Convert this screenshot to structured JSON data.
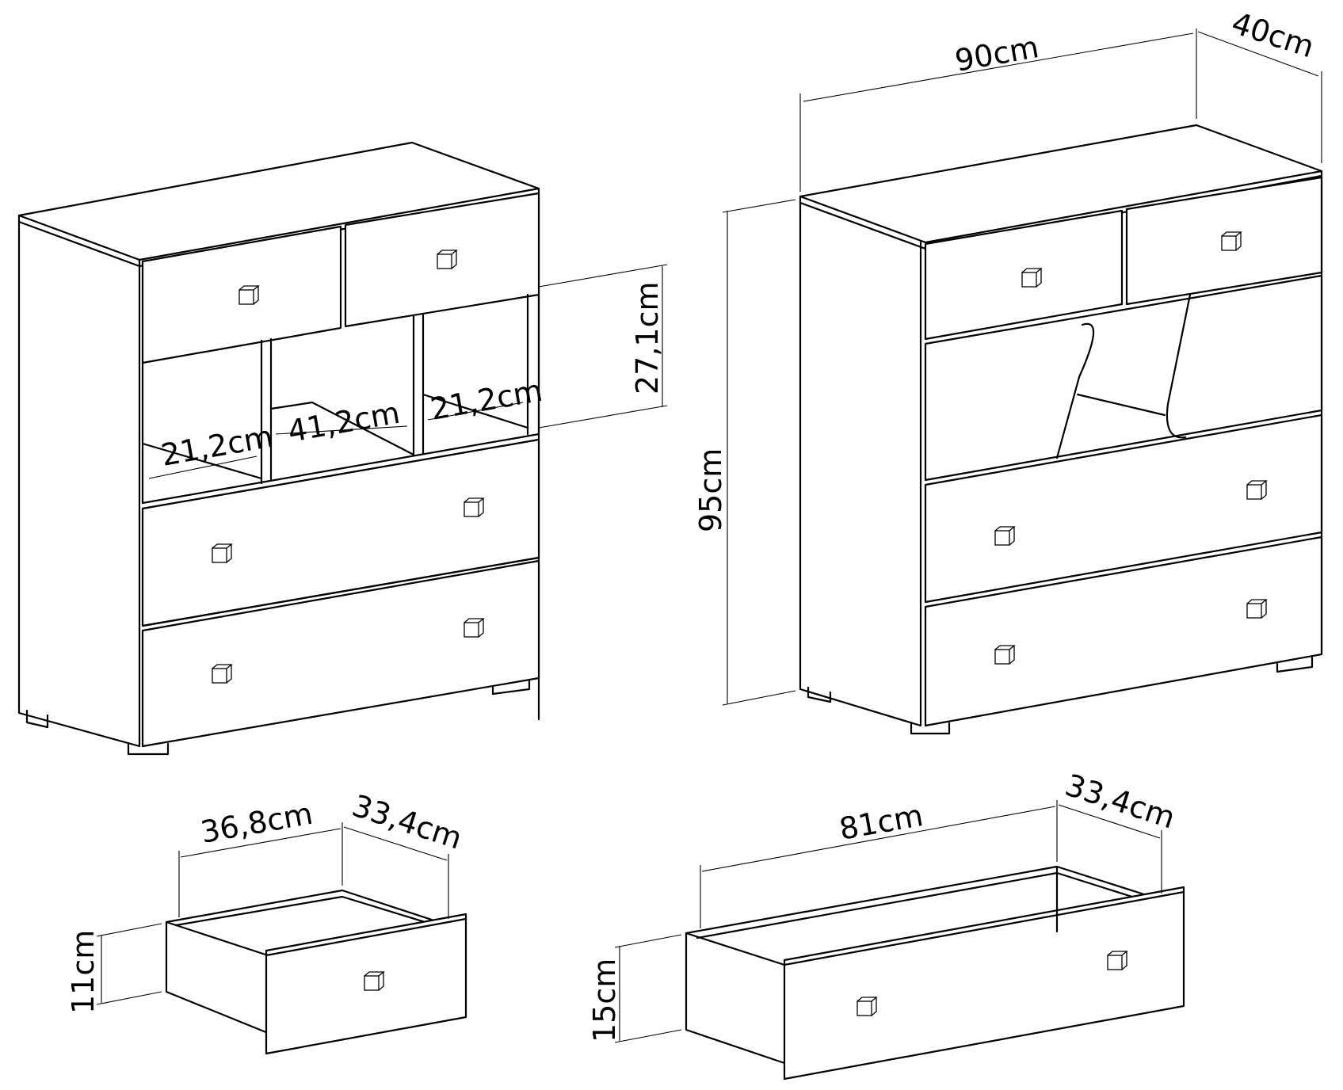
{
  "drawings": [
    {
      "view": "chest of drawers with open niches",
      "dimensions": {
        "niche_height": "27,1cm",
        "niche_left_depth": "21,2cm",
        "niche_middle_width": "41,2cm",
        "niche_right_depth": "21,2cm"
      }
    },
    {
      "view": "chest of drawers overall",
      "dimensions": {
        "width": "90cm",
        "depth": "40cm",
        "height": "95cm"
      }
    },
    {
      "view": "small drawer",
      "dimensions": {
        "width": "36,8cm",
        "depth": "33,4cm",
        "height": "11cm"
      }
    },
    {
      "view": "large drawer",
      "dimensions": {
        "width": "81cm",
        "depth": "33,4cm",
        "height": "15cm"
      }
    }
  ],
  "colors": {
    "line": "#000000",
    "background": "#ffffff"
  }
}
